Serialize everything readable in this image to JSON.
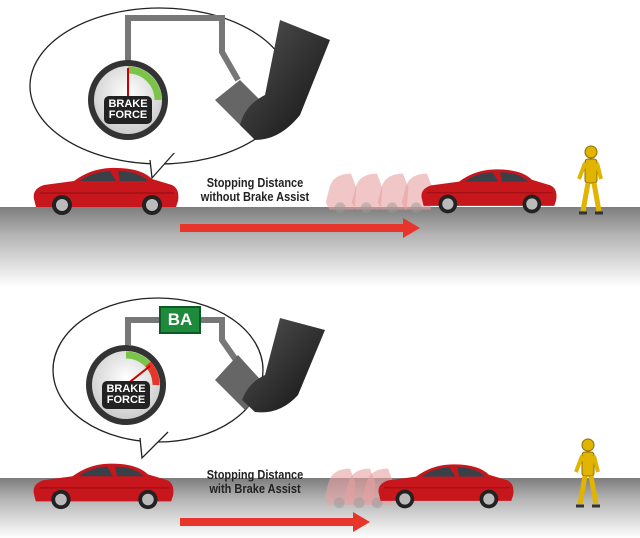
{
  "scenarios": [
    {
      "gauge_label_1": "BRAKE",
      "gauge_label_2": "FORCE",
      "caption_1": "Stopping Distance",
      "caption_2": "without Brake Assist"
    },
    {
      "gauge_label_1": "BRAKE",
      "gauge_label_2": "FORCE",
      "caption_1": "Stopping Distance",
      "caption_2": "with Brake Assist",
      "badge": "BA"
    }
  ],
  "colors": {
    "car": "#c8161d",
    "arrow": "#e8352b",
    "badge": "#1e8a3c",
    "road": "#8a8a8a",
    "dummy": "#e0b400"
  }
}
